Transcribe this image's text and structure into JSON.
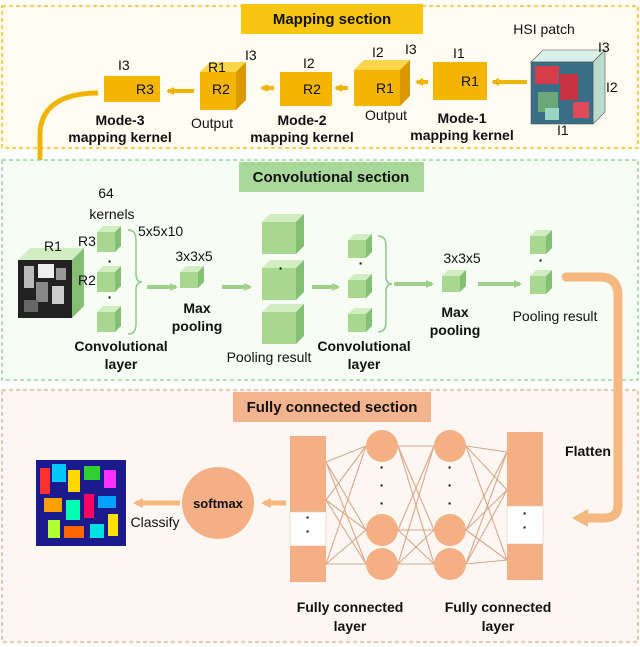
{
  "sections": {
    "mapping": "Mapping section",
    "convolutional": "Convolutional section",
    "fully_connected": "Fully connected section"
  },
  "mapping": {
    "hsi_patch": "HSI patch",
    "hsi_dims": {
      "i1": "I1",
      "i2": "I2",
      "i3": "I3"
    },
    "mode1": {
      "dim": "I1",
      "kernel": "R1",
      "label_1": "Mode-1",
      "label_2": "mapping kernel"
    },
    "output1": {
      "top": "I2",
      "right": "I3",
      "face": "R1",
      "label": "Output"
    },
    "mode2": {
      "dim": "I2",
      "kernel": "R2",
      "label_1": "Mode-2",
      "label_2": "mapping kernel"
    },
    "output2": {
      "top": "R1",
      "right": "I3",
      "face": "R2",
      "label": "Output"
    },
    "mode3": {
      "dim": "I3",
      "kernel": "R3",
      "label_1": "Mode-3",
      "label_2": "mapping kernel"
    }
  },
  "conv": {
    "input": {
      "r1": "R1",
      "r3": "R3",
      "r2": "R2"
    },
    "kernels_1": "64",
    "kernels_2": "kernels",
    "kernel_size": "5x5x10",
    "conv1_label_1": "Convolutional",
    "conv1_label_2": "layer",
    "pool1_size": "3x3x5",
    "pool1_label_1": "Max",
    "pool1_label_2": "pooling",
    "pool_result1": "Pooling result",
    "conv2_label_1": "Convolutional",
    "conv2_label_2": "layer",
    "pool2_size": "3x3x5",
    "pool2_label_1": "Max",
    "pool2_label_2": "pooling",
    "pool_result2": "Pooling result",
    "dots": "·"
  },
  "fc": {
    "flatten": "Flatten",
    "softmax": "softmax",
    "classify": "Classify",
    "fc1_label_1": "Fully connected",
    "fc1_label_2": "layer",
    "fc2_label_1": "Fully connected",
    "fc2_label_2": "layer"
  },
  "colors": {
    "mapping_border": "#f0b400",
    "mapping_bg": "#fffdf2",
    "mapping_title_bg": "#f7c512",
    "cube_face": "#f4b400",
    "cube_top": "#fbd54a",
    "cube_side": "#d99800",
    "conv_border": "#8fc98f",
    "conv_bg": "#f7fcf5",
    "conv_title_bg": "#a9d89b",
    "green_face": "#a8d890",
    "green_top": "#d3edc3",
    "green_side": "#84c074",
    "fc_border": "#e6a585",
    "fc_bg": "#fdf7f3",
    "fc_title_bg": "#f4b48f",
    "node": "#f4b084",
    "arrow_orange": "#f5b880",
    "arrow_gold": "#f0b400"
  }
}
